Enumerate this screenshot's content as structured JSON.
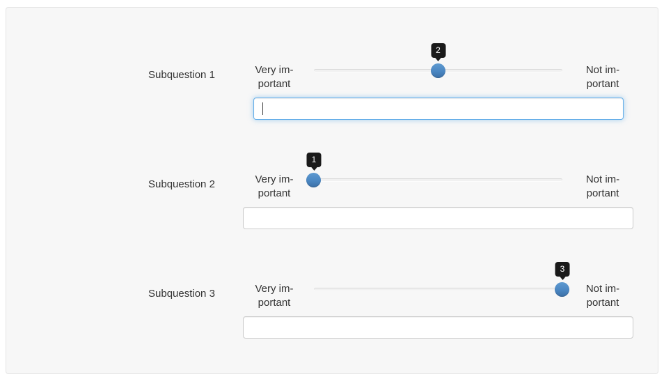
{
  "colors": {
    "panel_bg": "#f7f7f7",
    "panel_border": "#e4e4e4",
    "slider_handle_blue": "#4a86c2",
    "tooltip_bg": "#1a1a1a",
    "focus_border_blue": "#66afe9",
    "text": "#333333"
  },
  "questions": [
    {
      "label": "Subquestion 1",
      "slider": {
        "min": 1,
        "max": 3,
        "value": 2,
        "min_label": "Very im-\nportant",
        "max_label": "Not im-\nportant"
      },
      "input": {
        "value": "",
        "focused": true
      }
    },
    {
      "label": "Subquestion 2",
      "slider": {
        "min": 1,
        "max": 3,
        "value": 1,
        "min_label": "Very im-\nportant",
        "max_label": "Not im-\nportant"
      },
      "input": {
        "value": "",
        "focused": false
      }
    },
    {
      "label": "Subquestion 3",
      "slider": {
        "min": 1,
        "max": 3,
        "value": 3,
        "min_label": "Very im-\nportant",
        "max_label": "Not im-\nportant"
      },
      "input": {
        "value": "",
        "focused": false
      }
    }
  ]
}
